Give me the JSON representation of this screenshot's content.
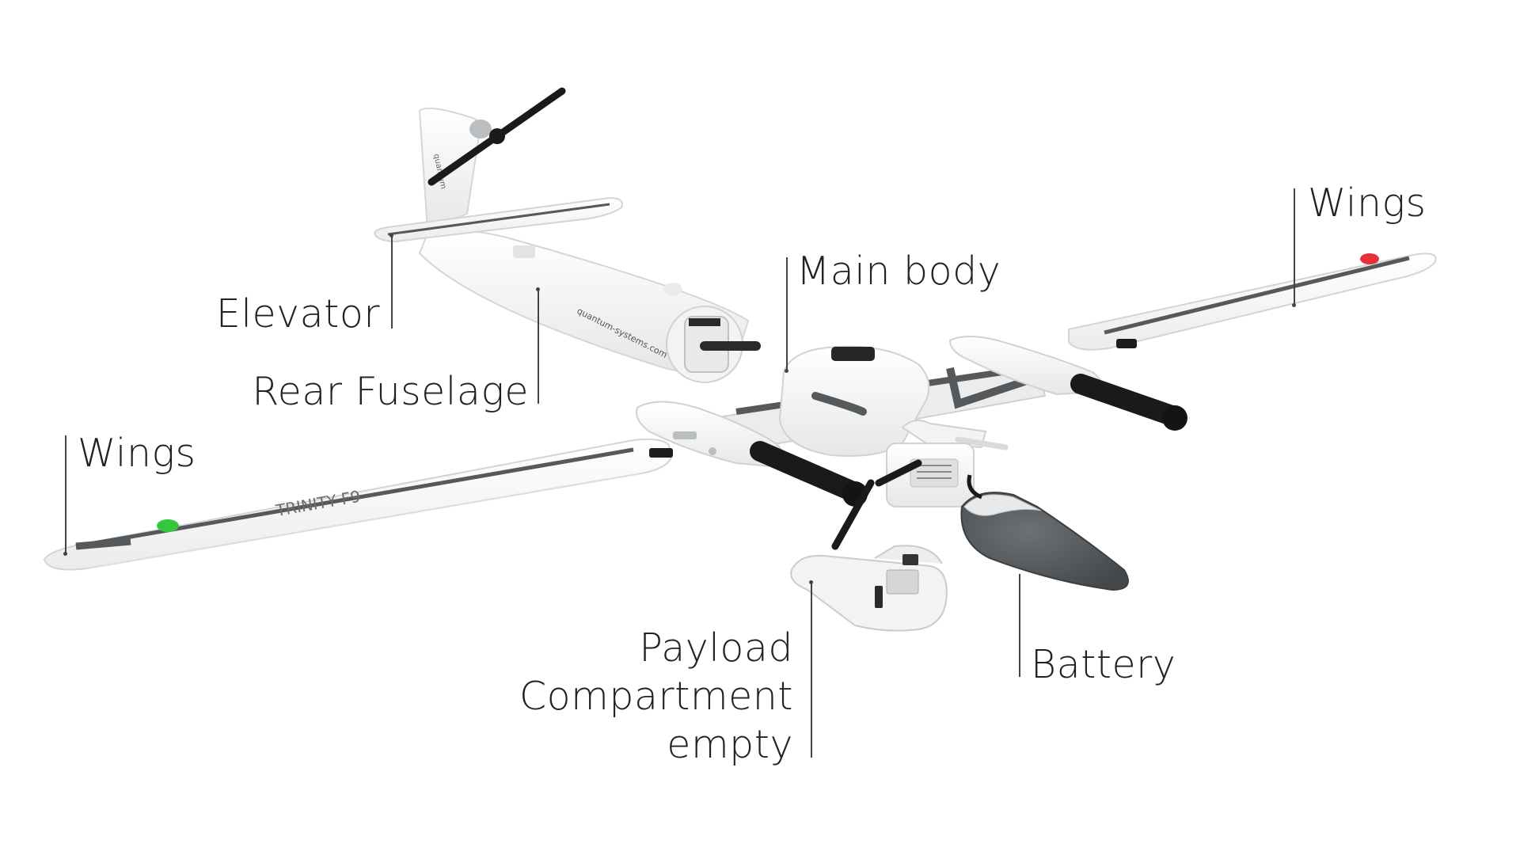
{
  "labels": {
    "wings_right": "Wings",
    "main_body": "Main body",
    "elevator": "Elevator",
    "rear_fuselage": "Rear Fuselage",
    "wings_left": "Wings",
    "payload_line1": "Payload",
    "payload_line2": "Compartment",
    "payload_line3": "empty",
    "battery": "Battery"
  },
  "brand_text": {
    "fuselage": "quantum-systems.com",
    "fin": "quantum",
    "wing": "TRINITY F9"
  },
  "colors": {
    "body": "#f7f7f7",
    "stripe": "#55595c",
    "nav_light_left": "#34c83c",
    "nav_light_right": "#e8303a",
    "battery_cover": "#5a5d60",
    "motor": "#1a1a1a",
    "text": "#222222"
  }
}
